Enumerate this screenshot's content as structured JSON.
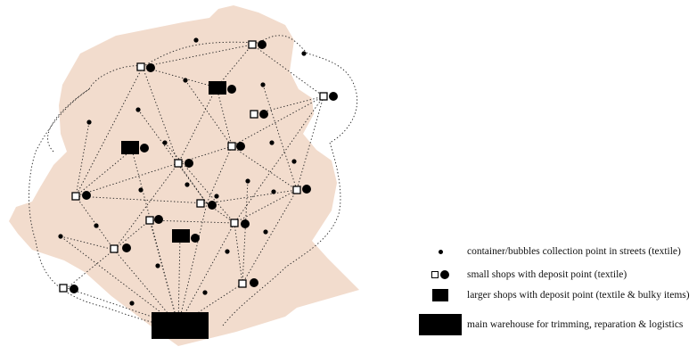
{
  "legend": {
    "collection_point": "container/bubbles collection point in streets (textile)",
    "small_shop": "small shops with deposit point (textile)",
    "larger_shop": "larger shops with deposit point (textile & bulky items)",
    "warehouse": "main warehouse for trimming, reparation & logistics"
  },
  "colors": {
    "territory_fill": "#f2dccd",
    "marker": "#000000",
    "link": "#222222"
  }
}
